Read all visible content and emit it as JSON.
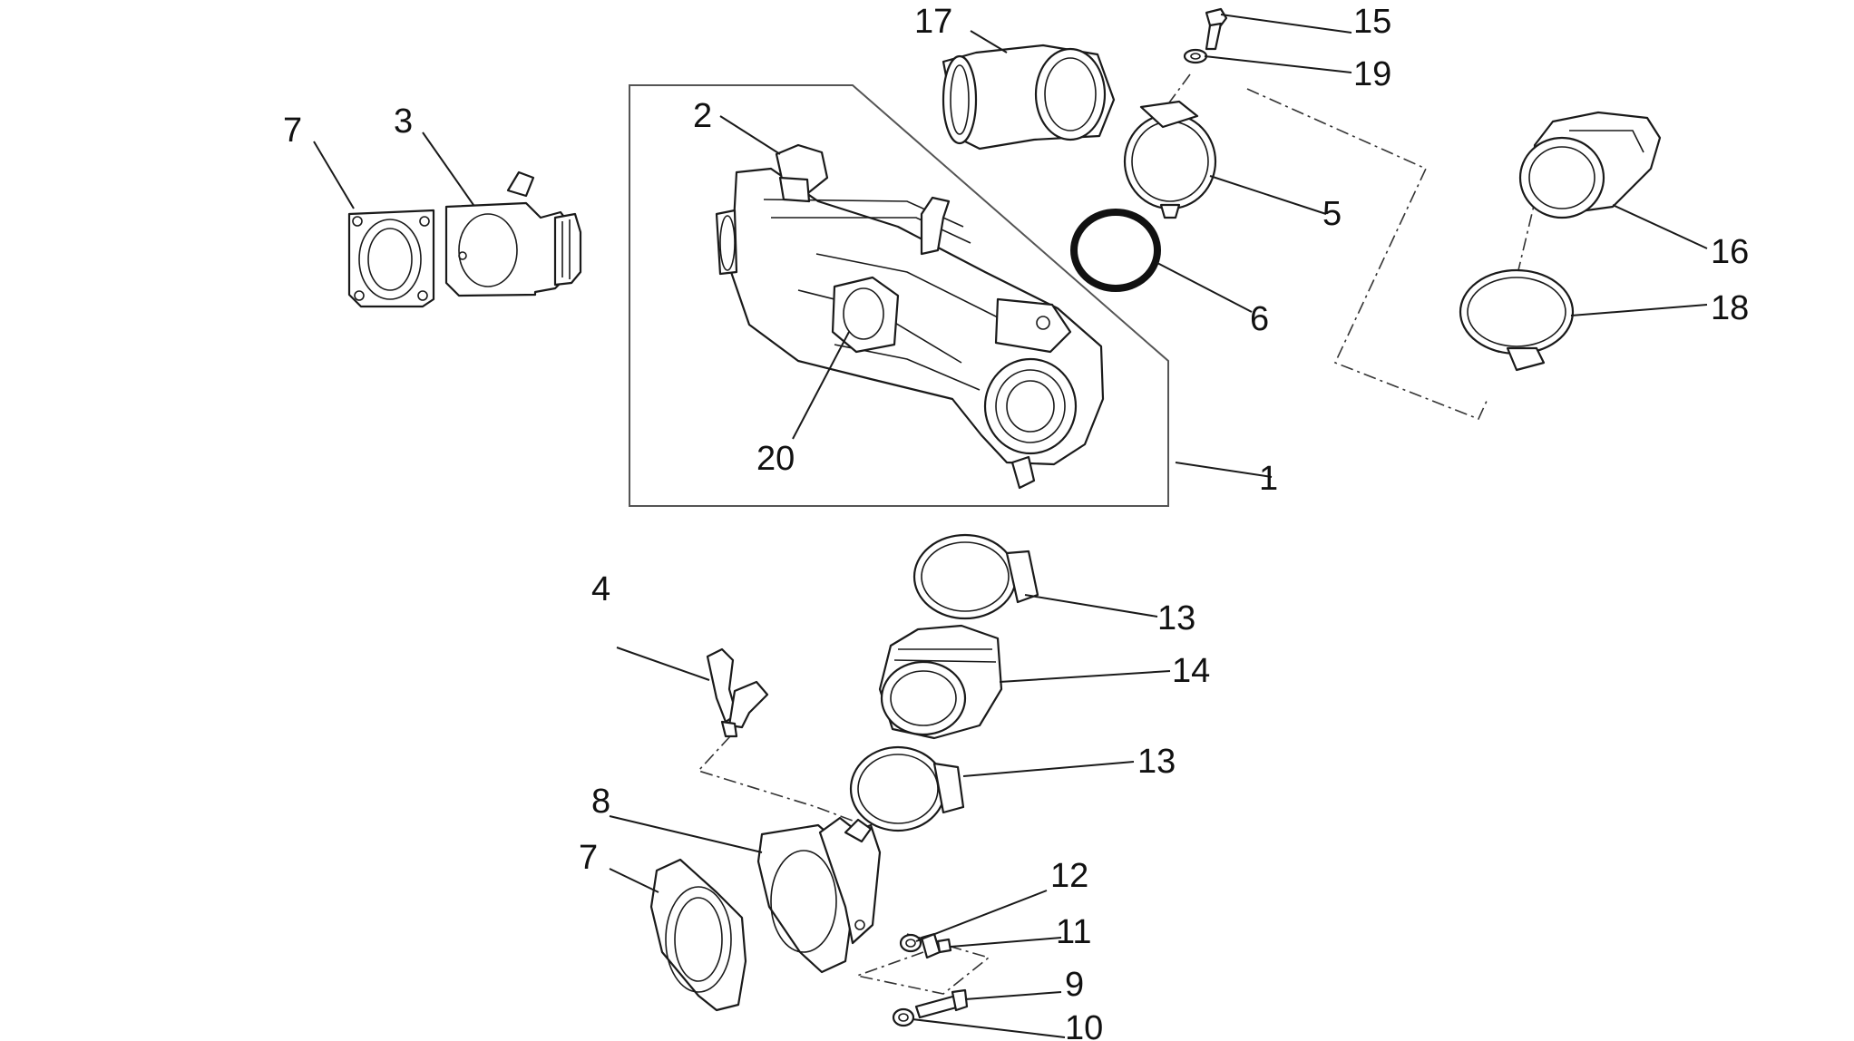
{
  "callouts": {
    "c1": "1",
    "c2": "2",
    "c3": "3",
    "c4": "4",
    "c5": "5",
    "c6": "6",
    "c7a": "7",
    "c7b": "7",
    "c8": "8",
    "c9": "9",
    "c10": "10",
    "c11": "11",
    "c12": "12",
    "c13a": "13",
    "c13b": "13",
    "c14": "14",
    "c15": "15",
    "c16": "16",
    "c17": "17",
    "c18": "18",
    "c19": "19",
    "c20": "20"
  },
  "colors": {
    "ink": "#1a1a1a",
    "background": "#ffffff",
    "frame": "#555555"
  }
}
